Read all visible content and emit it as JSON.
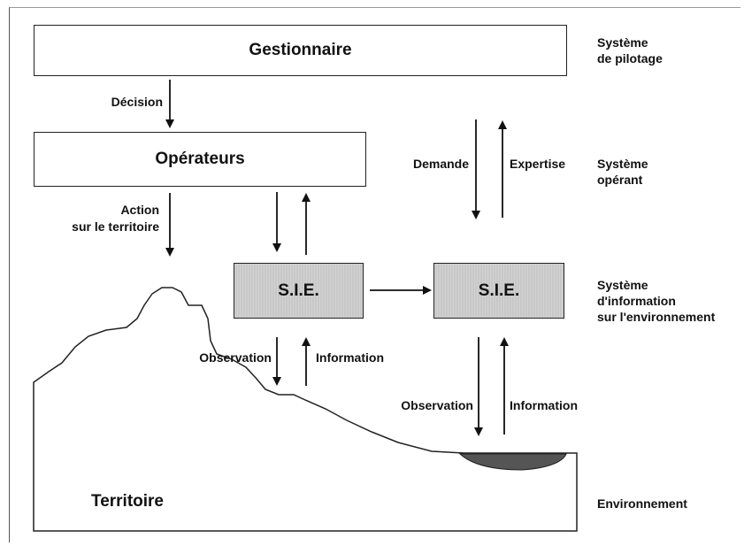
{
  "boxes": {
    "gestionnaire": "Gestionnaire",
    "operateurs": "Opérateurs",
    "sie_left": "S.I.E.",
    "sie_right": "S.I.E.",
    "territoire": "Territoire"
  },
  "labels": {
    "decision": "Décision",
    "action_line1": "Action",
    "action_line2": "sur le territoire",
    "demande": "Demande",
    "expertise": "Expertise",
    "observation_left": "Observation",
    "information_left": "Information",
    "observation_right": "Observation",
    "information_right": "Information"
  },
  "side_labels": {
    "pilotage_line1": "Système",
    "pilotage_line2": "de pilotage",
    "operant_line1": "Système",
    "operant_line2": "opérant",
    "info_line1": "Système",
    "info_line2": "d'information",
    "info_line3": "sur l'environnement",
    "environnement": "Environnement"
  }
}
